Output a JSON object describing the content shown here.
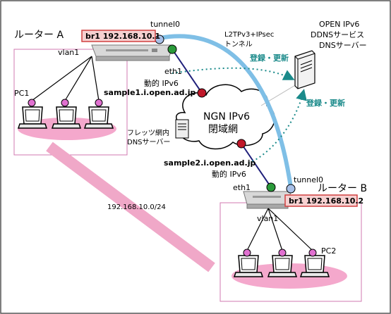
{
  "router_a": {
    "title": "ルーター A",
    "badge": "br1 192.168.10.1",
    "vlan": "vlan1",
    "eth": "eth1",
    "tunnel": "tunnel0",
    "dynamic_ip": "動的 IPv6",
    "hostname": "sample1.i.open.ad.jp",
    "pc_label": "PC1"
  },
  "router_b": {
    "title": "ルーター B",
    "badge": "br1 192.168.10.2",
    "vlan": "vlan1",
    "eth": "eth1",
    "tunnel": "tunnel0",
    "dynamic_ip": "動的 IPv6",
    "hostname": "sample2.i.open.ad.jp",
    "pc_label": "PC2"
  },
  "tunnel_label": [
    "L2TPv3+IPsec",
    "トンネル"
  ],
  "cloud_label": [
    "NGN IPv6",
    "閉域網"
  ],
  "flets_dns": [
    "フレッツ網内",
    "DNSサーバー"
  ],
  "ddns_server": [
    "OPEN IPv6",
    "DDNSサービス",
    "DNSサーバー"
  ],
  "register_update": "登録・更新",
  "lan_subnet": "192.168.10.0/24",
  "colors": {
    "tunnel": "#7fbfe6",
    "lan_link": "#f0a8c8",
    "lan_box": "#d07ab0",
    "ddns_arrow": "#1a8a8a",
    "badge_bg": "#f6d0d0",
    "badge_border": "#d04040",
    "port_red": "#c0182a",
    "port_green": "#2a9a3a",
    "port_blue": "#a8c0e8",
    "pc_port": "#e070d0"
  }
}
